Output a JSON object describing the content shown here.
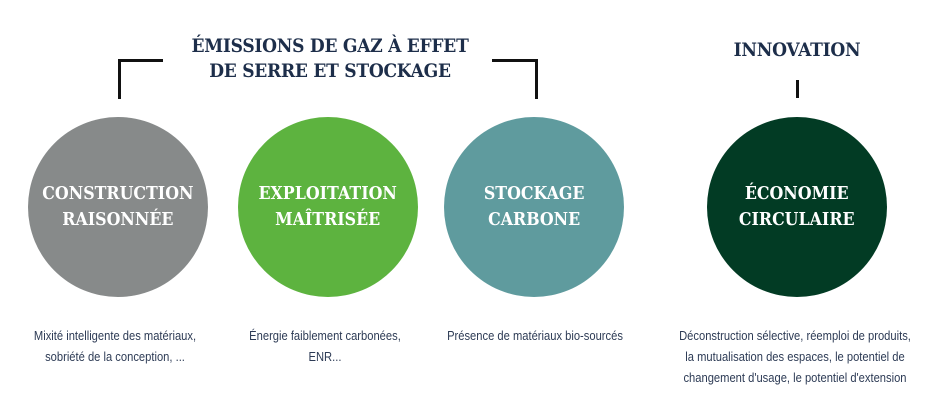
{
  "header_left": {
    "line1": "ÉMISSIONS DE GAZ À EFFET",
    "line2": "DE SERRE ET STOCKAGE"
  },
  "header_right": {
    "label": "INNOVATION"
  },
  "circles": [
    {
      "line1": "CONSTRUCTION",
      "line2": "RAISONNÉE",
      "color": "#878a8a",
      "desc1": "Mixité intelligente des matériaux,",
      "desc2": "sobriété de la conception, ..."
    },
    {
      "line1": "EXPLOITATION",
      "line2": "MAÎTRISÉE",
      "color": "#5db33f",
      "desc1": "Énergie faiblement carbonées,",
      "desc2": "ENR..."
    },
    {
      "line1": "STOCKAGE",
      "line2": "CARBONE",
      "color": "#5f9b9e",
      "desc1": "Présence de matériaux bio-sourcés"
    },
    {
      "line1": "ÉCONOMIE",
      "line2": "CIRCULAIRE",
      "color": "#023b24",
      "desc1": "Déconstruction sélective, réemploi de produits,",
      "desc2": "la mutualisation des espaces, le potentiel de",
      "desc3": "changement d'usage, le potentiel d'extension"
    }
  ]
}
